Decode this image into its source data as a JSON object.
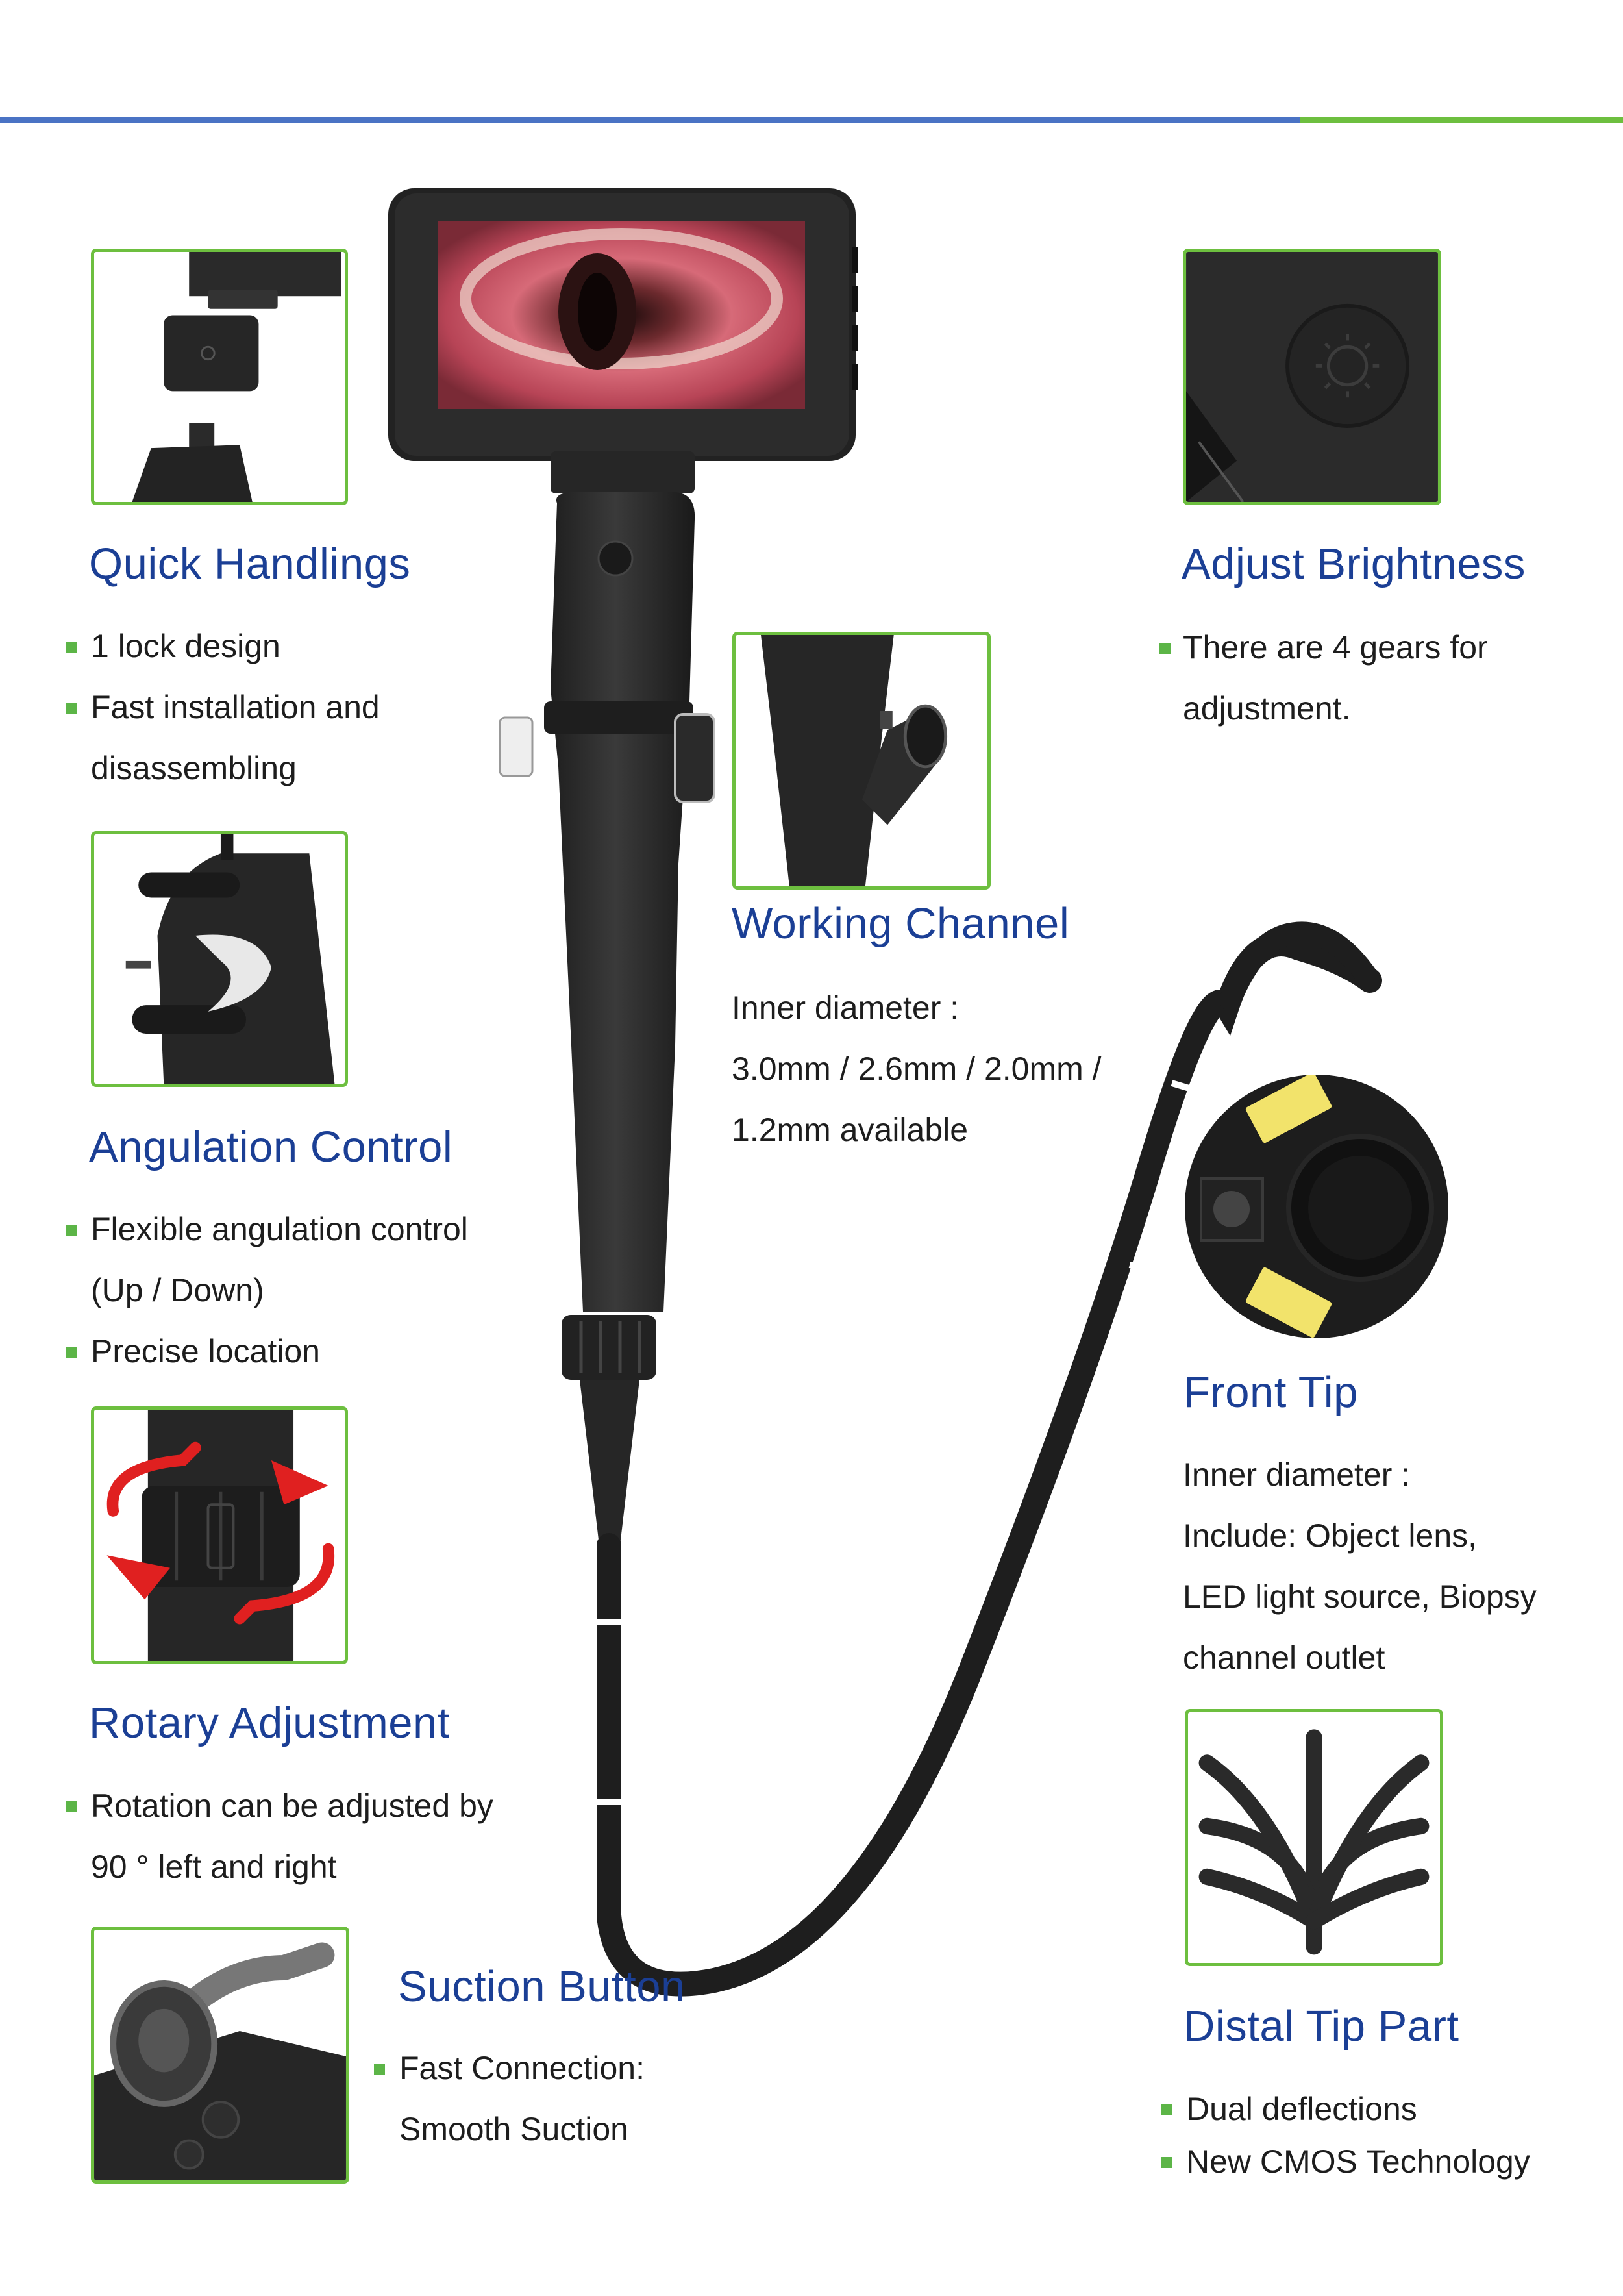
{
  "sections": {
    "quick": {
      "title": "Quick Handlings",
      "bullets": [
        "1 lock design",
        "Fast installation and",
        "disassembling"
      ]
    },
    "brightness": {
      "title": "Adjust Brightness",
      "lines": [
        "There are 4 gears for",
        "adjustment."
      ]
    },
    "channel": {
      "title": "Working Channel",
      "lines": [
        "Inner diameter :",
        "3.0mm / 2.6mm / 2.0mm /",
        "1.2mm available"
      ]
    },
    "angulation": {
      "title": "Angulation Control",
      "lines": [
        "Flexible angulation control",
        "(Up / Down)",
        "Precise location"
      ]
    },
    "fronttip": {
      "title": "Front Tip",
      "lines": [
        "Inner diameter :",
        "Include: Object lens,",
        "LED light source, Biopsy",
        "channel outlet"
      ]
    },
    "rotary": {
      "title": "Rotary Adjustment",
      "lines": [
        "Rotation can be adjusted by",
        "90 ° left and right"
      ]
    },
    "suction": {
      "title": "Suction Button",
      "lines": [
        "Fast Connection:",
        "Smooth Suction"
      ]
    },
    "distal": {
      "title": "Distal Tip Part",
      "lines": [
        "Dual deflections",
        "New CMOS Technology"
      ]
    }
  },
  "colors": {
    "title_blue": "#1b3f95",
    "frame_green": "#6dbf3f",
    "bar_blue": "#4a73c4",
    "bullet_green": "#5cb547",
    "device_black": "#2a2a2a",
    "led_yellow": "#f2e36b",
    "arrow_red": "#e02020"
  },
  "icons": [
    "screen-mount-icon",
    "brightness-button-icon",
    "working-channel-port-icon",
    "angulation-lever-icon",
    "rotation-arrows-icon",
    "front-tip-lens-icon",
    "suction-connector-icon",
    "distal-deflection-icon"
  ]
}
